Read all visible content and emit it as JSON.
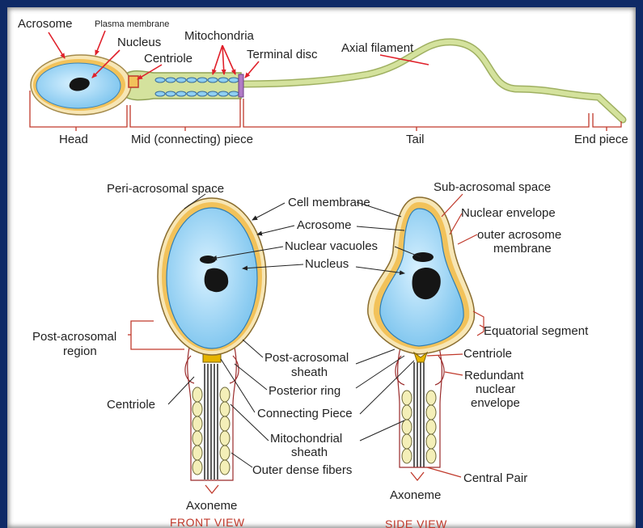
{
  "colors": {
    "frame": "#0f2a66",
    "cytoplasm_blue": "#8fd0f2",
    "acrosome_orange": "#f2c25a",
    "membrane_cream": "#f7e6b5",
    "tail_green": "#c9d98e",
    "arrow_red": "#e0202a",
    "bracket_red": "#c0392b",
    "nucleus_black": "#151515",
    "mito_cream": "#f4efb8"
  },
  "top": {
    "acrosome": "Acrosome",
    "plasma_membrane": "Plasma membrane",
    "nucleus": "Nucleus",
    "centriole": "Centriole",
    "mitochondria": "Mitochondria",
    "terminal_disc": "Terminal disc",
    "axial_filament": "Axial filament",
    "head": "Head",
    "mid_piece": "Mid (connecting) piece",
    "tail": "Tail",
    "end_piece": "End piece"
  },
  "front": {
    "peri_acrosomal_space": "Peri-acrosomal space",
    "cell_membrane": "Cell membrane",
    "acrosome": "Acrosome",
    "nuclear_vacuoles": "Nuclear vacuoles",
    "nucleus": "Nucleus",
    "post_acrosomal_region_1": "Post-acrosomal",
    "post_acrosomal_region_2": "region",
    "post_acrosomal_sheath_1": "Post-acrosomal",
    "post_acrosomal_sheath_2": "sheath",
    "posterior_ring": "Posterior ring",
    "centriole": "Centriole",
    "connecting_piece": "Connecting Piece",
    "mitochondrial_sheath_1": "Mitochondrial",
    "mitochondrial_sheath_2": "sheath",
    "outer_dense_fibers": "Outer dense fibers",
    "axoneme": "Axoneme",
    "view_title": "FRONT VIEW"
  },
  "side": {
    "sub_acrosomal_space": "Sub-acrosomal space",
    "nuclear_envelope": "Nuclear envelope",
    "outer_acrosome_membrane_1": "outer acrosome",
    "outer_acrosome_membrane_2": "membrane",
    "equatorial_segment": "Equatorial segment",
    "centriole": "Centriole",
    "redundant_nuclear_envelope_1": "Redundant",
    "redundant_nuclear_envelope_2": "nuclear",
    "redundant_nuclear_envelope_3": "envelope",
    "central_pair": "Central Pair",
    "axoneme": "Axoneme",
    "view_title": "SIDE VIEW"
  }
}
